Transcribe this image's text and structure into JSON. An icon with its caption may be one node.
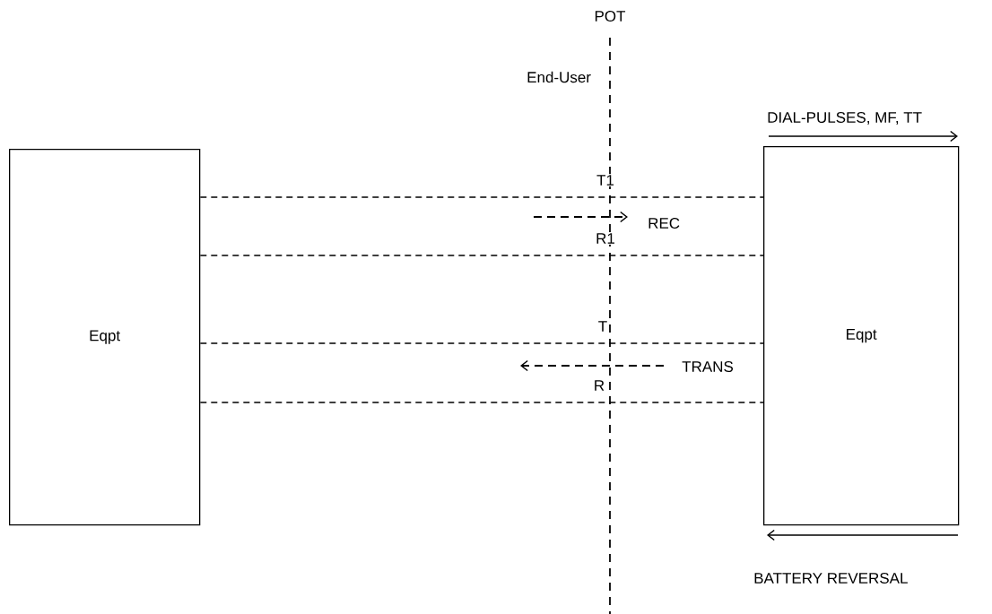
{
  "diagram": {
    "nodes": [
      {
        "text": [
          "Eqpt"
        ]
      },
      {
        "text": [
          "Eqpt"
        ]
      }
    ],
    "edges": [
      {
        "from": 0,
        "to": 1,
        "arrow": "none",
        "label": "T1",
        "style": "dashed"
      },
      {
        "from": 0,
        "to": 1,
        "arrow": "none",
        "label": "R1",
        "style": "dashed"
      },
      {
        "from": 0,
        "to": 1,
        "arrow": "none",
        "label": "T",
        "style": "dashed"
      },
      {
        "from": 0,
        "to": 1,
        "arrow": "none",
        "label": "R",
        "style": "dashed"
      }
    ],
    "labels": [
      "POT",
      "End-User",
      "DIAL-PULSES, MF, TT",
      "REC",
      "TRANS",
      "BATTERY REVERSAL"
    ]
  }
}
